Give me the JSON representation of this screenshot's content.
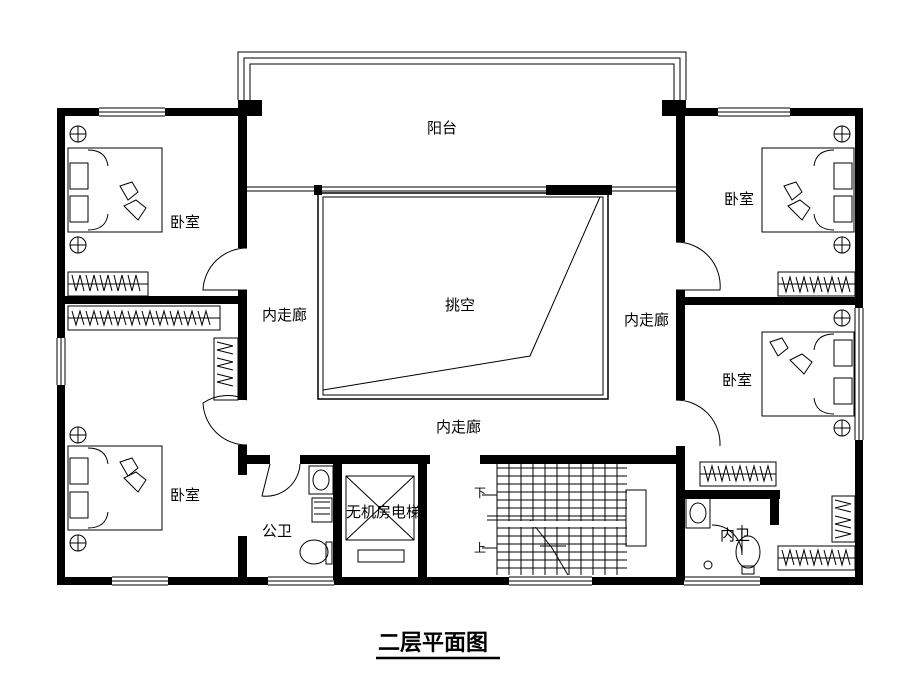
{
  "labels": {
    "balcony": "阳台",
    "void": "挑空",
    "corridor_left": "内走廊",
    "corridor_right": "内走廊",
    "corridor_center": "内走廊",
    "bedroom_tl": "卧室",
    "bedroom_bl": "卧室",
    "bedroom_tr": "卧室",
    "bedroom_mr": "卧室",
    "public_bath": "公卫",
    "elevator": "无机房电梯",
    "inner_bath": "内卫",
    "stair_down": "下",
    "stair_up": "上"
  },
  "title": "二层平面图"
}
